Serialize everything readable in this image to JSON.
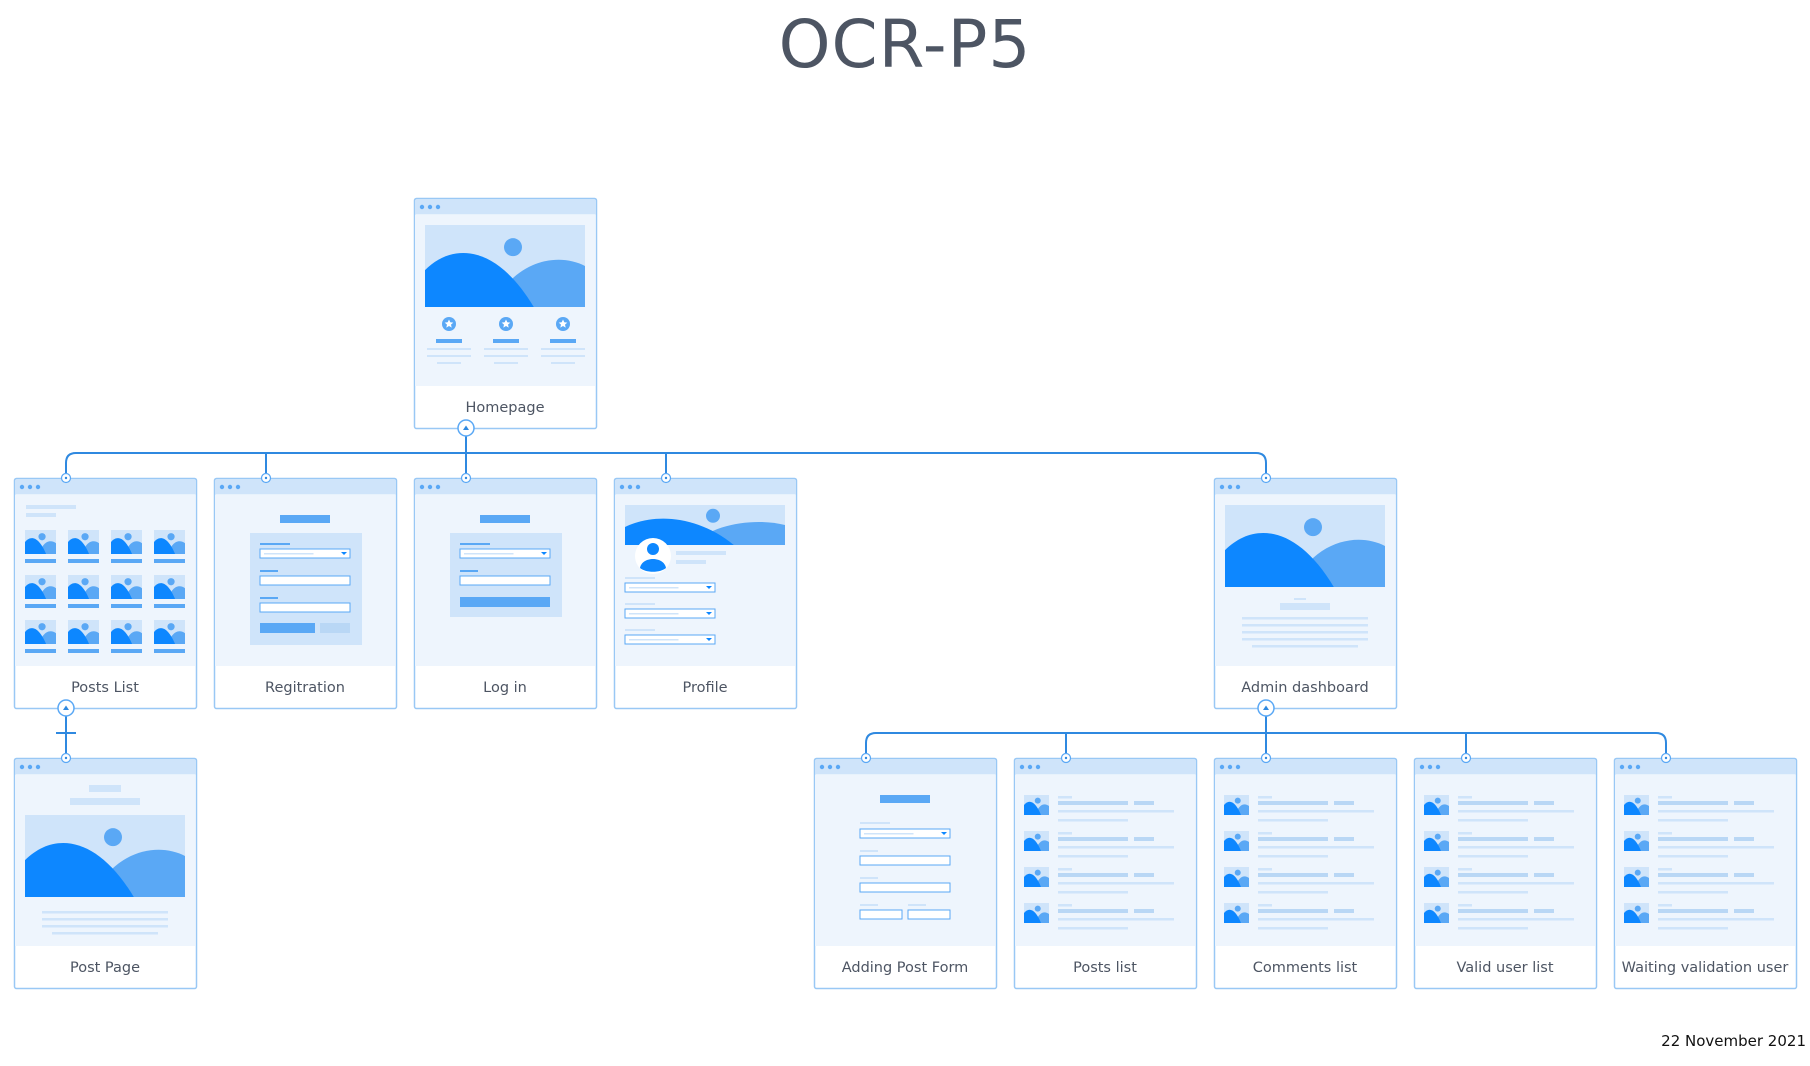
{
  "title": "OCR-P5",
  "date": "22 November 2021",
  "colors": {
    "accent": "#0d87ff",
    "accent_light": "#5aa8f5",
    "frame_border": "#99c8f5",
    "frame_bg": "#eef5fd",
    "bar_bg": "#cfe4fa",
    "connector": "#2f89e0",
    "text": "#4d5563"
  },
  "pages": [
    {
      "id": "homepage",
      "label": "Homepage",
      "kind": "home"
    },
    {
      "id": "posts-list",
      "label": "Posts List",
      "kind": "grid"
    },
    {
      "id": "registration",
      "label": "Regitration",
      "kind": "form-register"
    },
    {
      "id": "login",
      "label": "Log in",
      "kind": "form-login"
    },
    {
      "id": "profile",
      "label": "Profile",
      "kind": "profile"
    },
    {
      "id": "admin-dashboard",
      "label": "Admin dashboard",
      "kind": "article"
    },
    {
      "id": "post-page",
      "label": "Post Page",
      "kind": "post"
    },
    {
      "id": "adding-post-form",
      "label": "Adding Post Form",
      "kind": "form-add"
    },
    {
      "id": "admin-posts-list",
      "label": "Posts list",
      "kind": "list"
    },
    {
      "id": "comments-list",
      "label": "Comments list",
      "kind": "list"
    },
    {
      "id": "valid-user-list",
      "label": "Valid user list",
      "kind": "list"
    },
    {
      "id": "waiting-validation-user",
      "label": "Waiting validation user",
      "kind": "list"
    }
  ],
  "links": [
    {
      "from": "homepage",
      "to": [
        "posts-list",
        "registration",
        "login",
        "profile",
        "admin-dashboard"
      ]
    },
    {
      "from": "posts-list",
      "to": [
        "post-page"
      ]
    },
    {
      "from": "admin-dashboard",
      "to": [
        "adding-post-form",
        "admin-posts-list",
        "comments-list",
        "valid-user-list",
        "waiting-validation-user"
      ]
    }
  ]
}
